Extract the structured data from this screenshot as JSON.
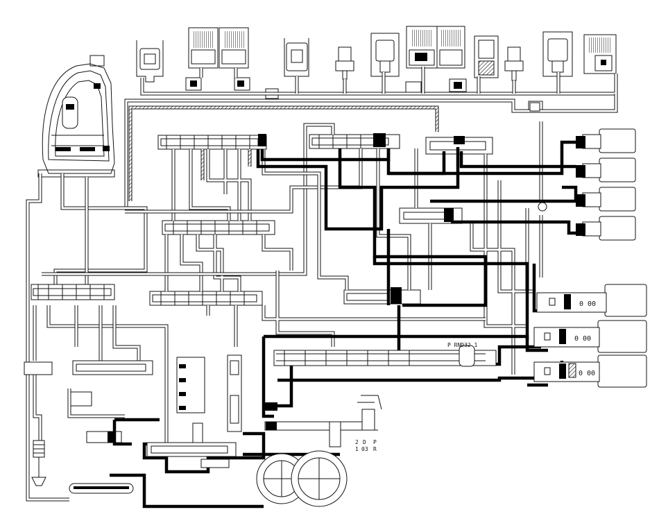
{
  "selector": {
    "positions_label": "P RND32 1",
    "lever_marks": [
      "2",
      "D",
      "P",
      "1",
      "03",
      "R"
    ]
  },
  "solenoid_cells": [
    {
      "marks": "0  00"
    },
    {
      "marks": "0  00"
    },
    {
      "marks": "0  00"
    }
  ]
}
